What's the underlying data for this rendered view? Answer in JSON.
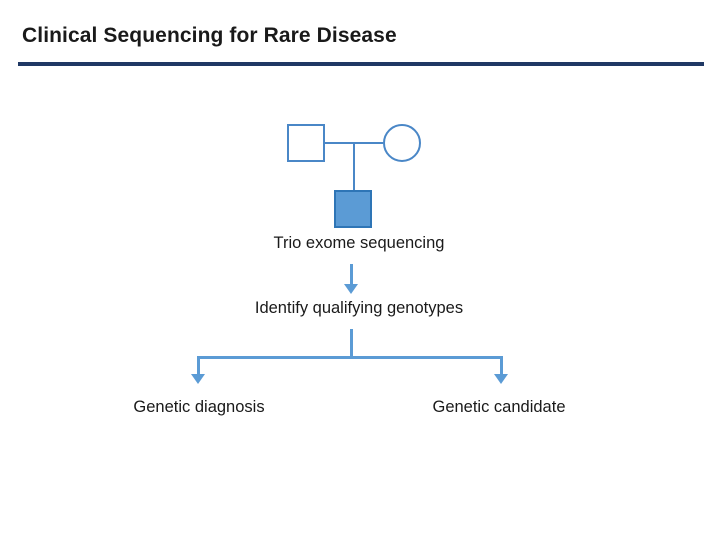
{
  "slide": {
    "title": "Clinical Sequencing for Rare Disease",
    "accent_rule_color": "#1f3864",
    "connector_color": "#5b9bd5",
    "pedigree_outline_color": "#4a87c7",
    "affected_fill_color": "#5b9bd5"
  },
  "pedigree": {
    "father_symbol": "square-unaffected",
    "mother_symbol": "circle-unaffected",
    "child_symbol": "square-affected"
  },
  "flow": {
    "step1": "Trio exome sequencing",
    "step2": "Identify qualifying genotypes",
    "outcome_left": "Genetic diagnosis",
    "outcome_right": "Genetic candidate"
  }
}
